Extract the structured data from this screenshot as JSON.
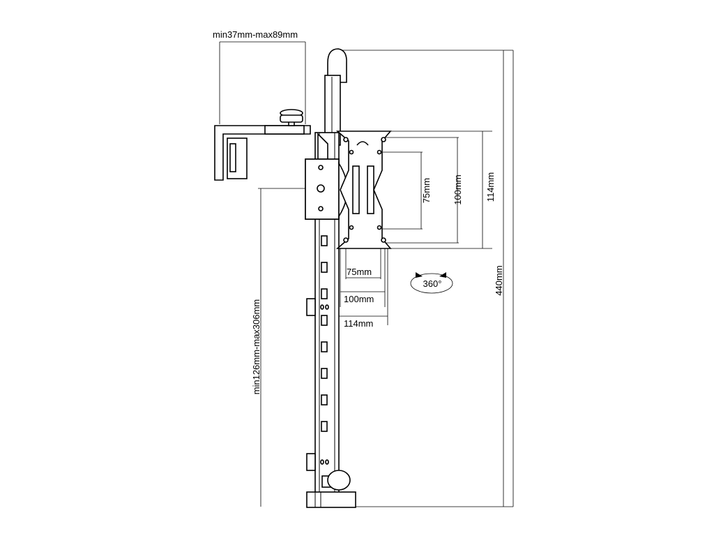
{
  "labels": {
    "clamp_range": "min37mm-max89mm",
    "height_range": "min126mm-max306mm",
    "total_height": "440mm",
    "vesa_v_75": "75mm",
    "vesa_v_100": "100mm",
    "vesa_v_114": "114mm",
    "vesa_h_75": "75mm",
    "vesa_h_100": "100mm",
    "vesa_h_114": "114mm",
    "rotation": "360°"
  },
  "colors": {
    "stroke": "#000000",
    "background": "#ffffff"
  },
  "icons": {
    "rotation": "rotate-360-icon",
    "knob": "knob-icon"
  }
}
